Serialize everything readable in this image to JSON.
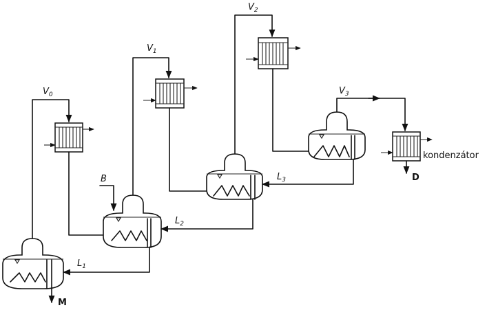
{
  "labels": {
    "V0": "V",
    "V0_sub": "0",
    "V1": "V",
    "V1_sub": "1",
    "V2": "V",
    "V2_sub": "2",
    "V3": "V",
    "V3_sub": "3",
    "L1": "L",
    "L1_sub": "1",
    "L2": "L",
    "L2_sub": "2",
    "L3": "L",
    "L3_sub": "3",
    "B": "B",
    "M": "M",
    "D": "D",
    "condenser": "kondenzátor"
  }
}
